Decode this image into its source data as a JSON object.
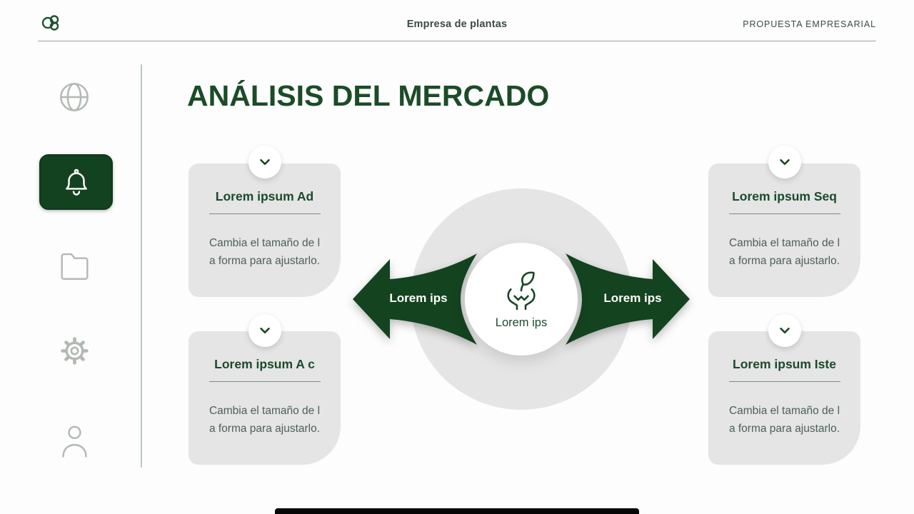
{
  "header": {
    "brand_logo_icon": "trefoil-circles-logo",
    "document_title": "Empresa de plantas",
    "section_label": "PROPUESTA EMPRESARIAL"
  },
  "sidebar": {
    "items": [
      {
        "name": "explore",
        "icon": "globe-icon",
        "active": false
      },
      {
        "name": "notifications",
        "icon": "bell-icon",
        "active": true
      },
      {
        "name": "files",
        "icon": "folder-icon",
        "active": false
      },
      {
        "name": "settings",
        "icon": "gear-icon",
        "active": false
      },
      {
        "name": "profile",
        "icon": "user-icon",
        "active": false
      }
    ]
  },
  "slide": {
    "title": "ANÁLISIS DEL MERCADO",
    "cards": [
      {
        "position": "top-left",
        "expander_icon": "chevron-down-icon",
        "title": "Lorem ipsum Ad",
        "body_line1": "Cambia el tamaño de l",
        "body_line2": "a forma para ajustarlo."
      },
      {
        "position": "bottom-left",
        "expander_icon": "chevron-down-icon",
        "title": "Lorem ipsum A c",
        "body_line1": "Cambia el tamaño de l",
        "body_line2": "a forma para ajustarlo."
      },
      {
        "position": "top-right",
        "expander_icon": "chevron-down-icon",
        "title": "Lorem ipsum Seq",
        "body_line1": "Cambia el tamaño de l",
        "body_line2": "a forma para ajustarlo."
      },
      {
        "position": "bottom-right",
        "expander_icon": "chevron-down-icon",
        "title": "Lorem ipsum Iste",
        "body_line1": "Cambia el tamaño de l",
        "body_line2": "a forma para ajustarlo."
      }
    ],
    "diagram": {
      "center_icon": "hands-holding-leaf-icon",
      "center_label": "Lorem ips",
      "left_arrow_label": "Lorem ips",
      "right_arrow_label": "Lorem ips"
    }
  },
  "colors": {
    "accent_green": "#134220",
    "title_green": "#1b4c27",
    "card_background": "#e4e5e4",
    "ring_gray": "#e4e5e4",
    "body_text": "#4d6156",
    "header_text": "#3c4c44",
    "inactive_icon": "#b2b9b4"
  }
}
